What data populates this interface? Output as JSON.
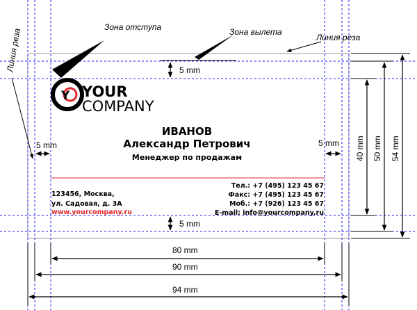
{
  "annotations": {
    "offset_zone": "Зона отступа",
    "bleed_zone": "Зона вылета",
    "cut_line_top": "Линия реза",
    "cut_line_left": "Линия реза"
  },
  "dimensions": {
    "top_margin": "5 mm",
    "bottom_margin": "5 mm",
    "left_margin": "5 mm",
    "right_margin": "5 mm",
    "width_80": "80 mm",
    "width_90": "90 mm",
    "width_94": "94 mm",
    "height_40": "40 mm",
    "height_50": "50 mm",
    "height_54": "54 mm"
  },
  "card": {
    "logo_your": "YOUR",
    "logo_company": "COMPANY",
    "surname": "ИВАНОВ",
    "fullname": "Александр Петрович",
    "position": "Менеджер по продажам",
    "address_line1": "123456, Москва,",
    "address_line2": "ул. Садовая, д. 3А",
    "website": "www.yourcompany.ru",
    "phone": "Тел.: +7 (495) 123 45 67",
    "fax": "Факс: +7 (495) 123 45 67",
    "mobile": "Моб.: +7 (926) 123 45 67",
    "email": "E-mail: info@yourcompany.ru"
  },
  "colors": {
    "guide_blue": "#1a1aff",
    "accent_red": "#e0262b",
    "card_border": "#999999"
  }
}
